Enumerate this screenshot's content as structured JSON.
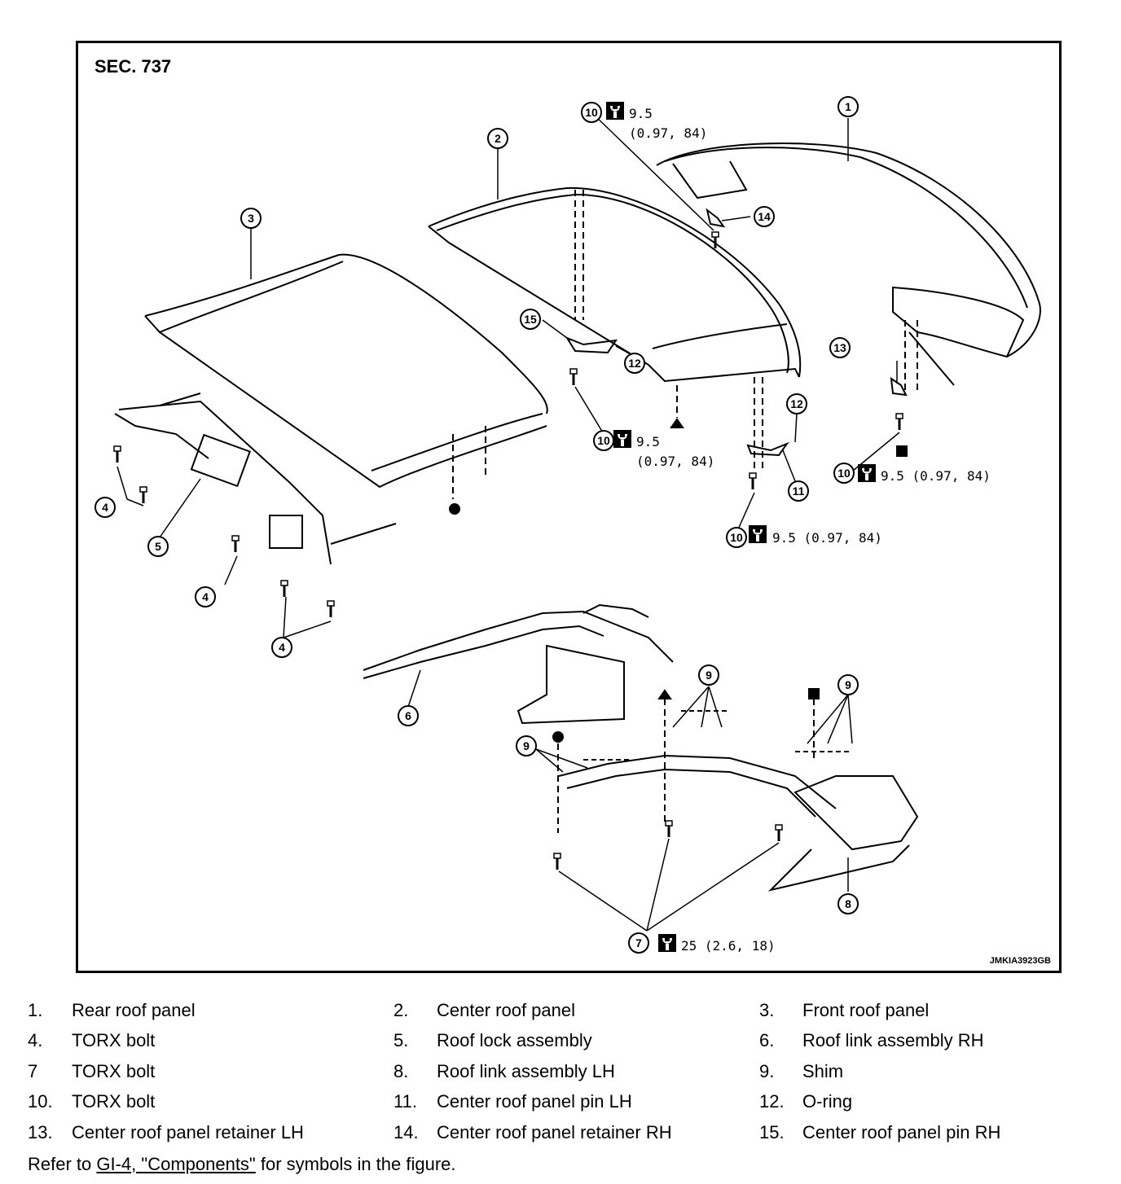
{
  "figure": {
    "section": "SEC. 737",
    "figure_id": "JMKIA3923GB",
    "callouts": [
      "1",
      "2",
      "3",
      "4",
      "4",
      "4",
      "5",
      "6",
      "7",
      "8",
      "9",
      "9",
      "9",
      "10",
      "10",
      "10",
      "10",
      "11",
      "12",
      "12",
      "13",
      "14",
      "15"
    ],
    "torques": {
      "t10_top_a": "9.5",
      "t10_top_b": "(0.97, 84)",
      "t10_mid_a": "9.5",
      "t10_mid_b": "(0.97, 84)",
      "t10_right": "9.5 (0.97, 84)",
      "t10_low": "9.5 (0.97, 84)",
      "t7": "25 (2.6, 18)"
    }
  },
  "legend": [
    [
      {
        "num": "1.",
        "label": "Rear roof panel"
      },
      {
        "num": "2.",
        "label": "Center roof panel"
      },
      {
        "num": "3.",
        "label": "Front roof panel"
      }
    ],
    [
      {
        "num": "4.",
        "label": "TORX bolt"
      },
      {
        "num": "5.",
        "label": "Roof lock assembly"
      },
      {
        "num": "6.",
        "label": "Roof link assembly RH"
      }
    ],
    [
      {
        "num": "7",
        "label": "TORX bolt"
      },
      {
        "num": "8.",
        "label": "Roof link assembly LH"
      },
      {
        "num": "9.",
        "label": "Shim"
      }
    ],
    [
      {
        "num": "10.",
        "label": "TORX bolt"
      },
      {
        "num": "11.",
        "label": "Center roof panel pin LH"
      },
      {
        "num": "12.",
        "label": "O-ring"
      }
    ],
    [
      {
        "num": "13.",
        "label": "Center roof panel retainer LH"
      },
      {
        "num": "14.",
        "label": "Center roof panel retainer RH"
      },
      {
        "num": "15.",
        "label": "Center roof panel pin RH"
      }
    ]
  ],
  "refer": {
    "prefix": "Refer to ",
    "link": "GI-4, \"Components\"",
    "suffix": " for symbols in the figure."
  }
}
